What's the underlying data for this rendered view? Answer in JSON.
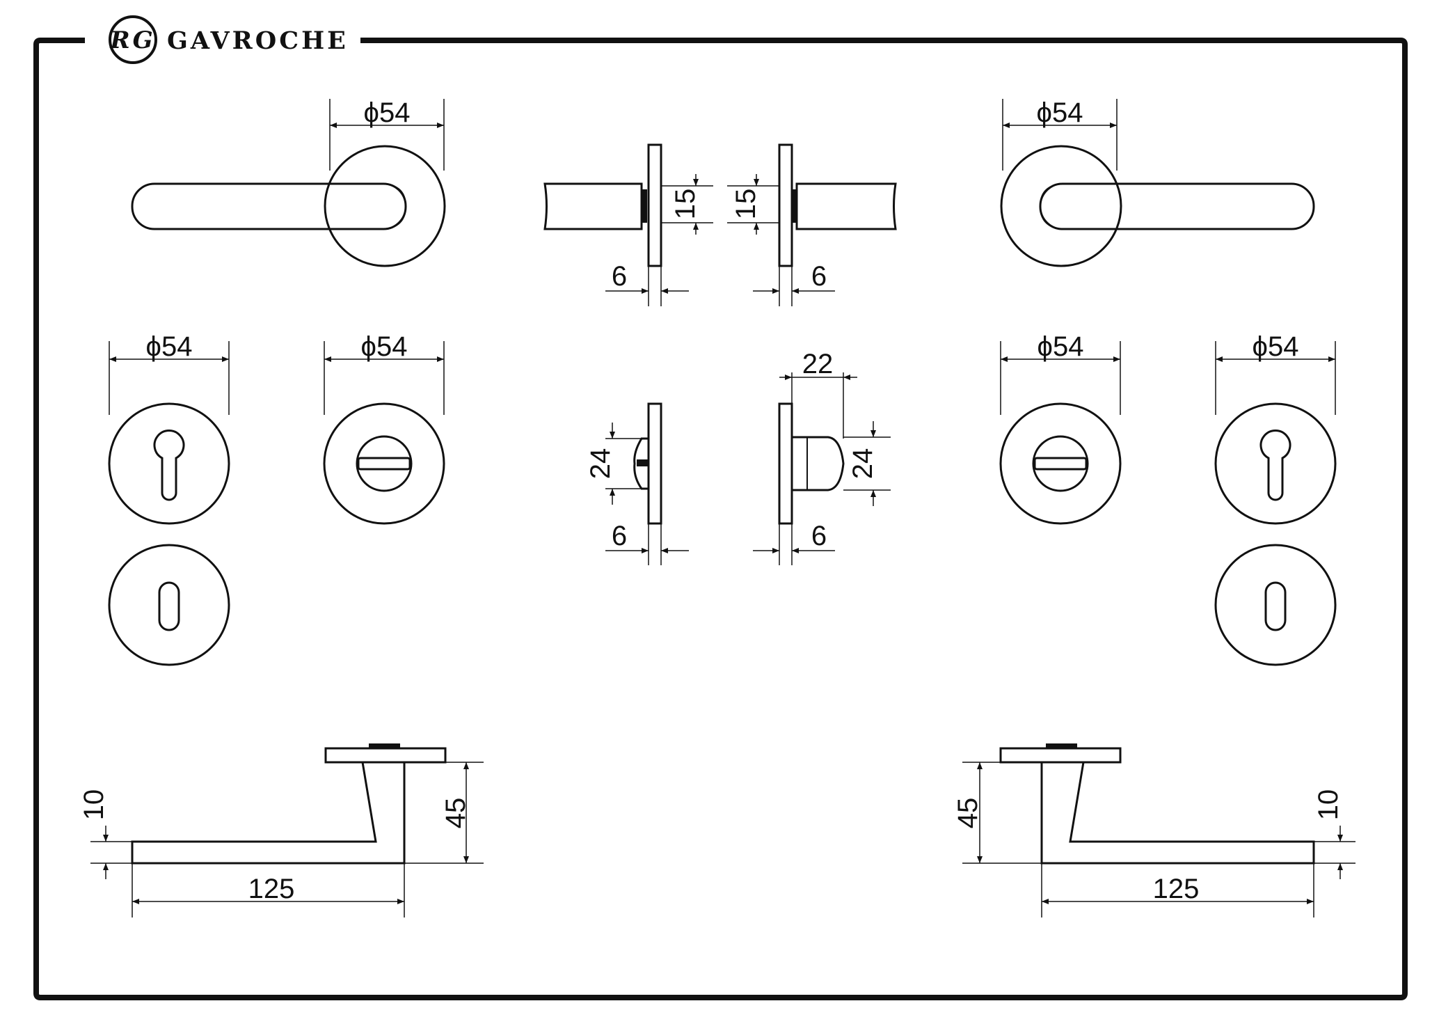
{
  "brand": {
    "name": "GAVROCHE",
    "monogram": "RG"
  },
  "dimensions": {
    "rose_diameter": "ϕ54",
    "rose_thickness": "6",
    "spindle_height": "15",
    "turn_width": "22",
    "turn_height": "24",
    "lever_length": "125",
    "lever_projection": "45",
    "lever_thickness": "10"
  },
  "colors": {
    "line": "#111111",
    "background": "#ffffff"
  }
}
